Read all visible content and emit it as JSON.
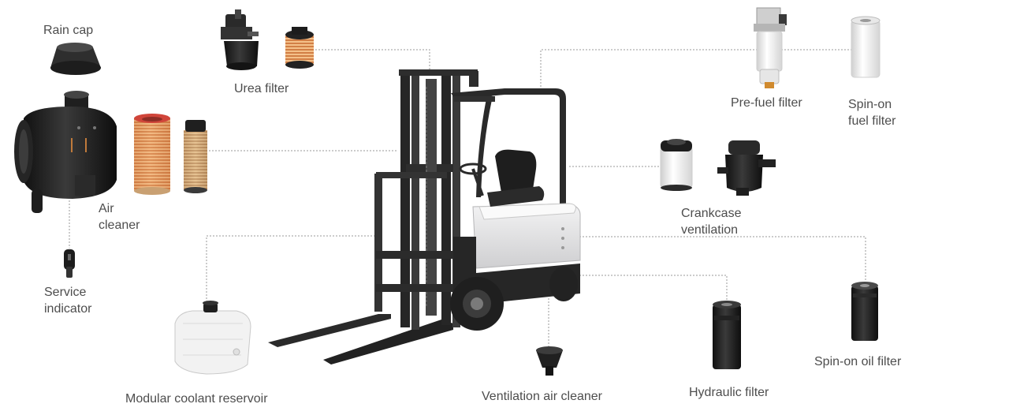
{
  "colors": {
    "leader_line": "#9a9a9a",
    "label_text": "#4d4d4d",
    "forklift_dark": "#2b2b2b",
    "forklift_body": "#e9e9ea",
    "air_filter_element": "#e08a5b",
    "rain_cap": "#3a3a3a"
  },
  "labels": {
    "rain_cap": "Rain cap",
    "urea_filter": "Urea filter",
    "pre_fuel_filter": "Pre-fuel filter",
    "spin_on_fuel_filter": "Spin-on\nfuel filter",
    "air_cleaner": "Air\ncleaner",
    "crankcase_ventilation": "Crankcase\nventilation",
    "service_indicator": "Service\nindicator",
    "modular_coolant_reservoir": "Modular coolant reservoir",
    "ventilation_air_cleaner": "Ventilation air cleaner",
    "hydraulic_filter": "Hydraulic filter",
    "spin_on_oil_filter": "Spin-on oil filter"
  },
  "icons": [
    "forklift-icon",
    "rain-cap-icon",
    "air-cleaner-housing-icon",
    "air-filter-element-icon",
    "safety-filter-element-icon",
    "service-indicator-icon",
    "urea-filter-housing-icon",
    "urea-filter-cartridge-icon",
    "pre-fuel-filter-icon",
    "spin-on-fuel-filter-icon",
    "crankcase-filter-element-icon",
    "crankcase-ventilation-unit-icon",
    "coolant-reservoir-icon",
    "ventilation-air-cleaner-icon",
    "hydraulic-filter-icon",
    "spin-on-oil-filter-icon"
  ]
}
